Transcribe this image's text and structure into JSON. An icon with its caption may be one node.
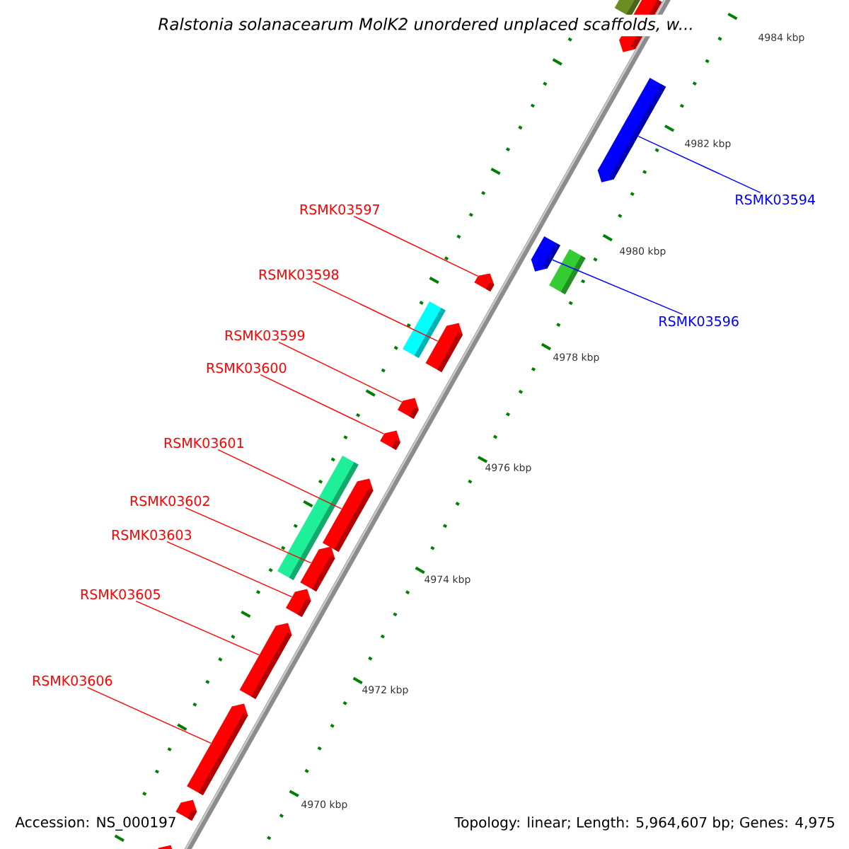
{
  "diagram": {
    "title": "Ralstonia solanacearum MolK2 unordered unplaced scaffolds, w...",
    "nodes": [
      {
        "text": [
          "RSMK03594"
        ]
      },
      {
        "text": [
          "RSMK03597"
        ]
      },
      {
        "text": [
          "RSMK03598"
        ]
      },
      {
        "text": [
          "RSMK03596"
        ]
      },
      {
        "text": [
          "RSMK03599"
        ]
      },
      {
        "text": [
          "RSMK03600"
        ]
      },
      {
        "text": [
          "RSMK03601"
        ]
      },
      {
        "text": [
          "RSMK03602"
        ]
      },
      {
        "text": [
          "RSMK03603"
        ]
      },
      {
        "text": [
          "RSMK03605"
        ]
      },
      {
        "text": [
          "RSMK03606"
        ]
      },
      {
        "text": [],
        "shape": "bar"
      },
      {
        "text": [],
        "shape": "bar"
      },
      {
        "text": [],
        "shape": "bar"
      },
      {
        "text": [],
        "shape": "bar"
      },
      {
        "text": [],
        "shape": "bar"
      },
      {
        "text": [],
        "shape": "bar"
      },
      {
        "text": [],
        "shape": "bar"
      },
      {
        "text": [],
        "shape": "bar"
      },
      {
        "text": [],
        "shape": "bar"
      },
      {
        "text": [],
        "shape": "bar"
      },
      {
        "text": [],
        "shape": "bar"
      },
      {
        "text": [],
        "shape": "bar"
      },
      {
        "text": [],
        "shape": "bar"
      },
      {
        "text": [],
        "shape": "bar"
      },
      {
        "text": [],
        "shape": "bar"
      },
      {
        "text": [],
        "shape": "bar"
      },
      {
        "text": [],
        "shape": "bar"
      },
      {
        "text": [],
        "shape": "bar"
      }
    ],
    "edges": [
      {
        "from": 0,
        "to": 13,
        "arrow": "none",
        "color": "#0000ff"
      },
      {
        "from": 1,
        "to": 16,
        "arrow": "none"
      },
      {
        "from": 2,
        "to": 18,
        "arrow": "none"
      },
      {
        "from": 3,
        "to": 14,
        "arrow": "none",
        "color": "#0000ff"
      },
      {
        "from": 4,
        "to": 19,
        "arrow": "none"
      },
      {
        "from": 5,
        "to": 20,
        "arrow": "none"
      },
      {
        "from": 6,
        "to": 22,
        "arrow": "none"
      },
      {
        "from": 7,
        "to": 23,
        "arrow": "none"
      },
      {
        "from": 8,
        "to": 24,
        "arrow": "none"
      },
      {
        "from": 9,
        "to": 25,
        "arrow": "none"
      },
      {
        "from": 10,
        "to": 26,
        "arrow": "none"
      }
    ],
    "labels": [
      "4984 kbp",
      "4982 kbp",
      "4980 kbp",
      "4978 kbp",
      "4976 kbp",
      "4974 kbp",
      "4972 kbp",
      "4970 kbp",
      "Accession: NS_000197",
      "Topology: linear; Length: 5,964,607 bp; Genes: 4,975"
    ]
  }
}
